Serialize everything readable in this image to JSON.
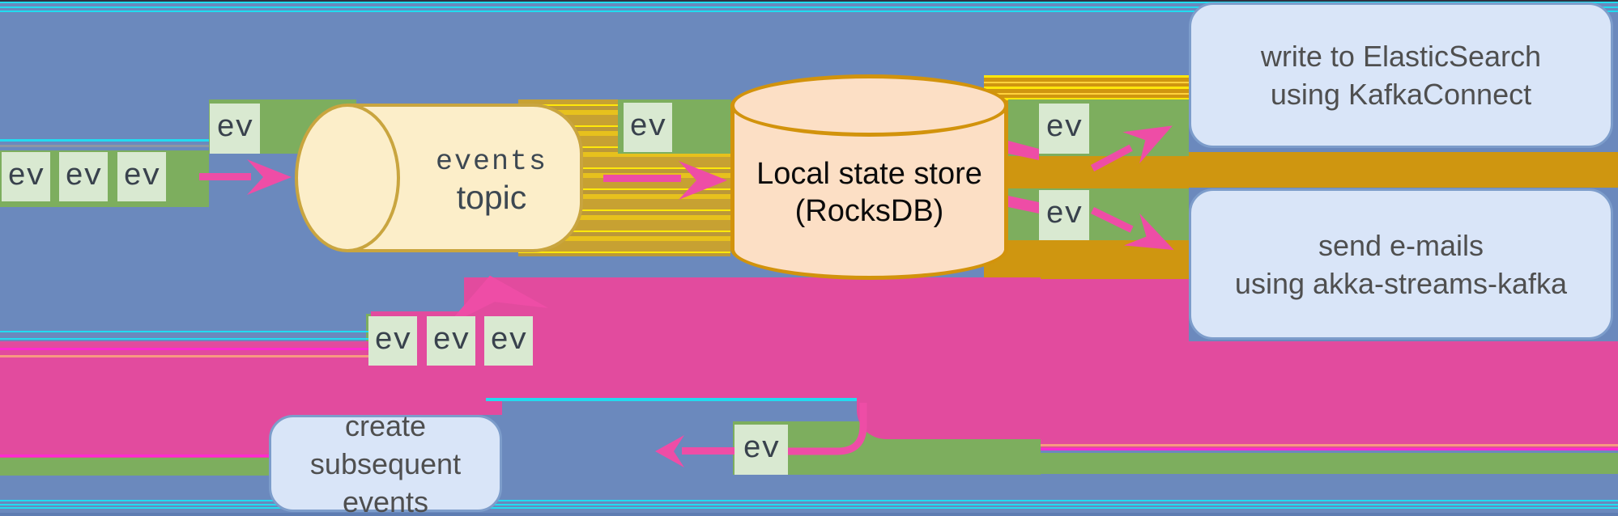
{
  "nodes": {
    "events_topic": {
      "title": "events",
      "subtitle": "topic"
    },
    "state_store": {
      "line1": "Local state store",
      "line2": "(RocksDB)"
    },
    "write_elasticsearch": {
      "line1": "write to ElasticSearch",
      "line2": "using KafkaConnect"
    },
    "send_emails": {
      "line1": "send e-mails",
      "line2": "using akka-streams-kafka"
    },
    "create_events": {
      "line1": "create subsequent",
      "line2": "events"
    }
  },
  "event_chip": "ev",
  "colors": {
    "blue": "#6b89bd",
    "green": "#7dae5e",
    "chip": "#d9e9d1",
    "chip-text": "#39424d",
    "pink": "#e24b9e",
    "arrow": "#ee4da6",
    "magenta": "#ff2ad0",
    "salmon": "#f79a81",
    "cyan": "#22dcf0",
    "gold": "#cf9610",
    "yellow": "#ffe80b",
    "cream": "#fceec9",
    "cream-edge": "#c9a53f",
    "peach": "#fcdfc5",
    "peach-edge": "#d2930c",
    "box": "#d9e5f8",
    "box-edge": "#7d9dcb",
    "box-text": "#4f4f4f"
  }
}
